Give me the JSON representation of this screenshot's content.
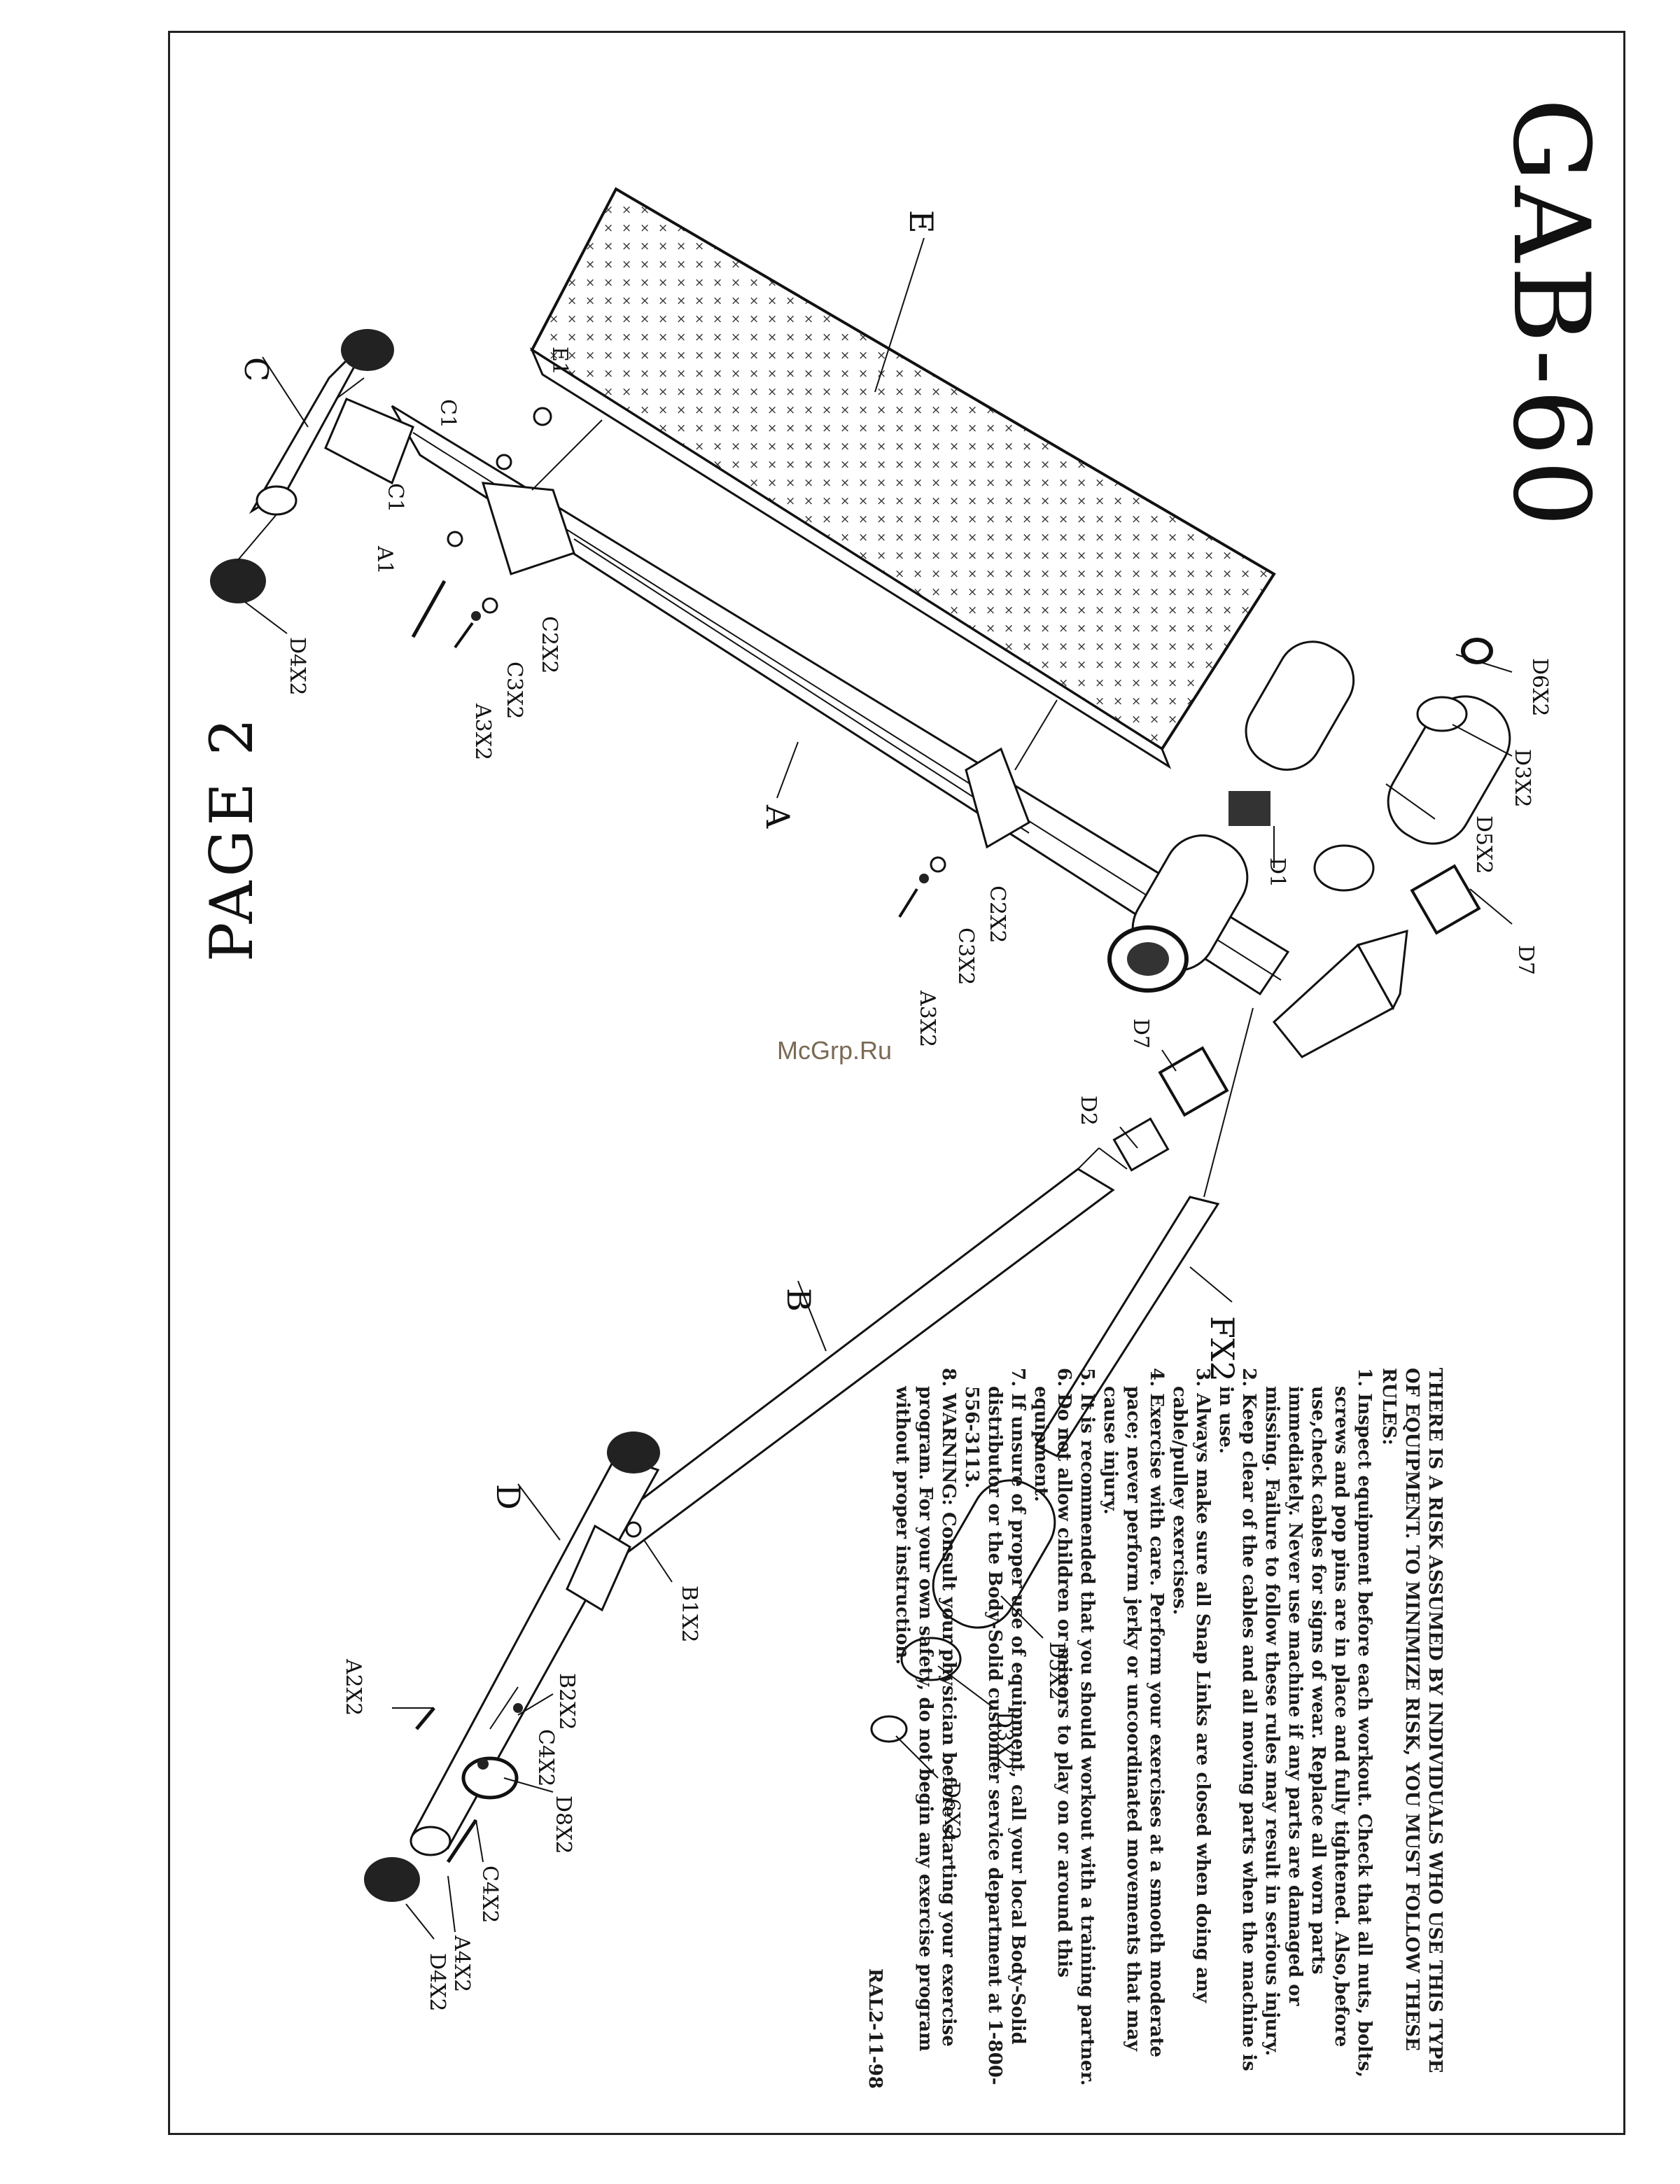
{
  "model": "GAB-60",
  "page_label": "PAGE 2",
  "watermark": "McGrp.Ru",
  "safety": {
    "heading": "THERE IS A RISK ASSUMED BY INDIVIDUALS WHO USE THIS TYPE OF EQUIPMENT. TO MINIMIZE RISK, YOU MUST FOLLOW THESE RULES:",
    "rules": [
      "1. Inspect equipment before each workout. Check that all nuts, bolts, screws and pop pins are in place and fully tightened. Also,before use,check cables for signs of wear. Replace all worn parts immediately. Never use machine if any parts are damaged or missing. Failure to follow these rules may result in serious injury.",
      "2. Keep clear of the cables and all moving parts when the machine is in use.",
      "3. Always make sure all Snap Links are closed when doing any cable/pulley exercises.",
      "4. Exercise with care. Perform your exercises at a smooth moderate pace; never perform jerky or uncoordinated movements that may cause injury.",
      "5. It is recommended that you should workout with a training partner.",
      "6. Do not allow children or minors to play on or around this equipment.",
      "7. If unsure of proper use of equipment, call your local Body-Solid distributor or the Body-Solid customer service department at 1-800-556-3113.",
      "8. WARNING: Consult your physician before starting your exercise program. For your own safety, do not begin any exercise program without proper instruction."
    ],
    "doc_code": "RAL2-11-98"
  },
  "part_labels": {
    "E": "E",
    "A": "A",
    "B": "B",
    "C": "C",
    "D": "D",
    "FX2": "FX2",
    "E1": "E1",
    "C1a": "C1",
    "C1b": "C1",
    "A1": "A1",
    "C2X2_top": "C2X2",
    "C3X2_top": "C3X2",
    "A3X2_top": "A3X2",
    "D4X2_top": "D4X2",
    "C2X2_mid": "C2X2",
    "C3X2_mid": "C3X2",
    "A3X2_mid": "A3X2",
    "D6X2_top": "D6X2",
    "D3X2_top": "D3X2",
    "D5X2_top": "D5X2",
    "D1": "D1",
    "D7_right": "D7",
    "D7_left": "D7",
    "D2": "D2",
    "B1X2": "B1X2",
    "D5X2_bot": "D5X2",
    "D3X2_bot": "D3X2",
    "D6X2_bot": "D6X2",
    "A2X2": "A2X2",
    "B2X2": "B2X2",
    "C4X2_a": "C4X2",
    "D8X2": "D8X2",
    "C4X2_b": "C4X2",
    "A4X2": "A4X2",
    "D4X2_bot": "D4X2"
  }
}
